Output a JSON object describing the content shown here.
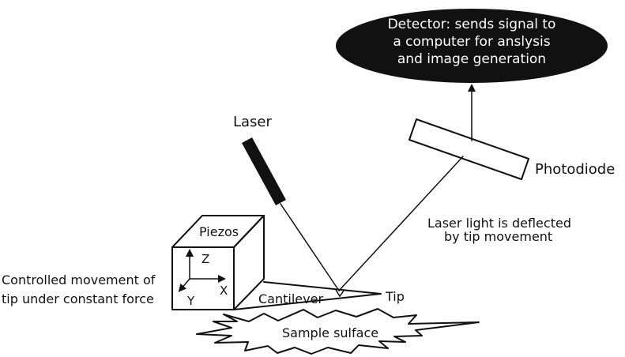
{
  "detector": {
    "lines": [
      "Detector: sends signal to",
      "a computer for anslysis",
      "and image generation"
    ]
  },
  "labels": {
    "laser": "Laser",
    "photodiode": "Photodiode",
    "deflection_line1": "Laser light is deflected",
    "deflection_line2": "by tip movement",
    "piezos": "Piezos",
    "axis_z": "Z",
    "axis_x": "X",
    "axis_y": "Y",
    "control_line1": "Controlled movement of",
    "control_line2": "tip under constant force",
    "cantilever": "Cantilever",
    "tip": "Tip",
    "sample": "Sample sulface"
  }
}
